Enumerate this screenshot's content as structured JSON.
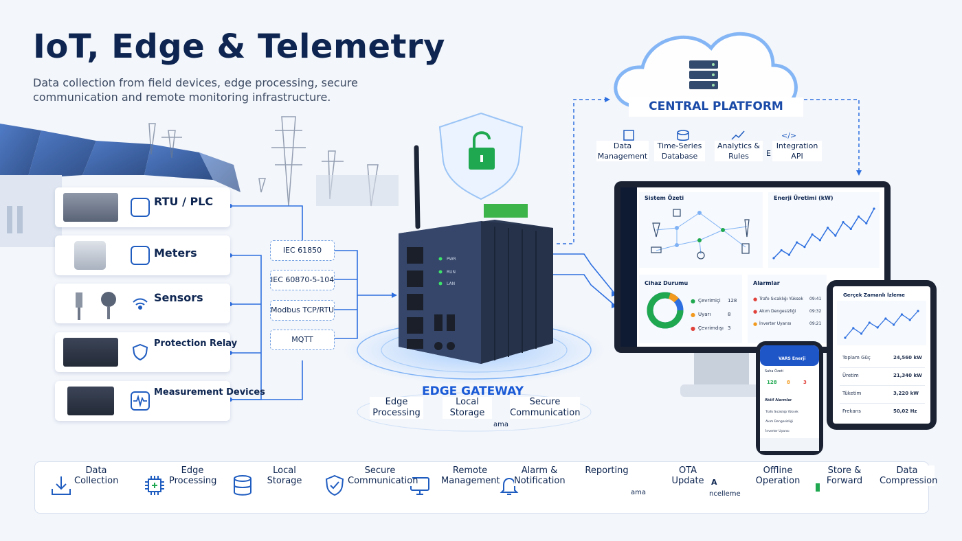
{
  "header": {
    "title": "IoT, Edge & Telemetry",
    "subtitle": "Data collection from field devices, edge processing, secure communication and remote monitoring infrastructure."
  },
  "field_devices": [
    {
      "label": "RTU / PLC",
      "icon": "rtu-icon"
    },
    {
      "label": "Meters",
      "icon": "meter-icon"
    },
    {
      "label": "Sensors",
      "icon": "sensor-icon"
    },
    {
      "label": "Protection Relay",
      "icon": "shield-icon"
    },
    {
      "label": "Measurement Devices",
      "icon": "waveform-icon"
    }
  ],
  "protocols": [
    "IEC 61850",
    "IEC 60870-5-104",
    "Modbus TCP/RTU",
    "MQTT"
  ],
  "edge_gateway": {
    "label": "EDGE GATEWAY",
    "port_labels": [
      "PWR",
      "RUN",
      "LAN"
    ],
    "features": [
      "Edge Processing",
      "Local Storage",
      "Secure Communication"
    ],
    "fragments": [
      "ama"
    ]
  },
  "central_platform": {
    "label": "CENTRAL PLATFORM",
    "modules": [
      "Data Management",
      "Time-Series Database",
      "Analytics & Rules",
      "Integration API"
    ],
    "fragments": [
      "E"
    ]
  },
  "dashboard": {
    "panels": {
      "system_summary": "Sistem Özeti",
      "energy_production": "Enerji Üretimi (kW)",
      "device_status": "Cihaz Durumu",
      "alarms": "Alarmlar"
    },
    "device_status": [
      {
        "label": "Çevrimiçi",
        "value": "128",
        "color": "#1fa84f"
      },
      {
        "label": "Uyarı",
        "value": "8",
        "color": "#f29a1d"
      },
      {
        "label": "Çevrimdışı",
        "value": "3",
        "color": "#e0413a"
      }
    ],
    "alarms": [
      {
        "text": "Trafo Sıcaklığı Yüksek",
        "time": "09:41"
      },
      {
        "text": "Akım Dengesizliği",
        "time": "09:32"
      },
      {
        "text": "İnverter Uyarısı",
        "time": "09:21"
      }
    ],
    "energy_series": [
      1.2,
      1.9,
      1.5,
      2.6,
      2.2,
      3.3,
      2.8,
      3.9,
      3.2,
      4.4,
      3.8,
      4.9,
      4.3,
      5.6
    ],
    "line_color": "#2d6fe0",
    "donut_color": "#2d6fe0"
  },
  "tablet": {
    "title": "Gerçek Zamanlı İzleme",
    "rows": [
      {
        "label": "Toplam Güç",
        "value": "24,560 kW"
      },
      {
        "label": "Üretim",
        "value": "21,340 kW"
      },
      {
        "label": "Tüketim",
        "value": "3,220 kW"
      },
      {
        "label": "Frekans",
        "value": "50,02 Hz"
      }
    ],
    "series": [
      2.2,
      3.6,
      2.8,
      4.4,
      3.7,
      5.0,
      4.1,
      5.6,
      4.8,
      6.1
    ]
  },
  "phone": {
    "title": "VARS Enerji",
    "section_summary": "Saha Özeti",
    "counts": [
      {
        "value": "128",
        "color": "#1fa84f"
      },
      {
        "value": "8",
        "color": "#f29a1d"
      },
      {
        "value": "3",
        "color": "#e0413a"
      }
    ],
    "section_alarms": "Aktif Alarmlar",
    "alarms": [
      "Trafo Sıcaklığı Yüksek",
      "Akım Dengesizliği",
      "İnverter Uyarısı"
    ]
  },
  "capabilities": [
    {
      "label": "Data Collection",
      "icon": "download-icon"
    },
    {
      "label": "Edge Processing",
      "icon": "cpu-chip-icon"
    },
    {
      "label": "Local Storage",
      "icon": "database-icon"
    },
    {
      "label": "Secure Communication",
      "icon": "shield-check-icon"
    },
    {
      "label": "Remote Management",
      "icon": "remote-screen-icon"
    },
    {
      "label": "Alarm & Notification",
      "icon": "bell-icon"
    },
    {
      "label": "Reporting",
      "icon": "report-icon"
    },
    {
      "label": "OTA Update",
      "icon": "ota-icon"
    },
    {
      "label": "Offline Operation",
      "icon": "offline-icon"
    },
    {
      "label": "Store & Forward",
      "icon": "store-forward-icon"
    },
    {
      "label": "Data Compression",
      "icon": "compression-icon"
    }
  ],
  "capability_fragments": [
    "ama",
    "A",
    "ncelleme"
  ],
  "colors": {
    "brand": "#1a4aa8",
    "accent": "#1a5ad6",
    "title": "#0d2550",
    "green": "#1fa84f"
  }
}
